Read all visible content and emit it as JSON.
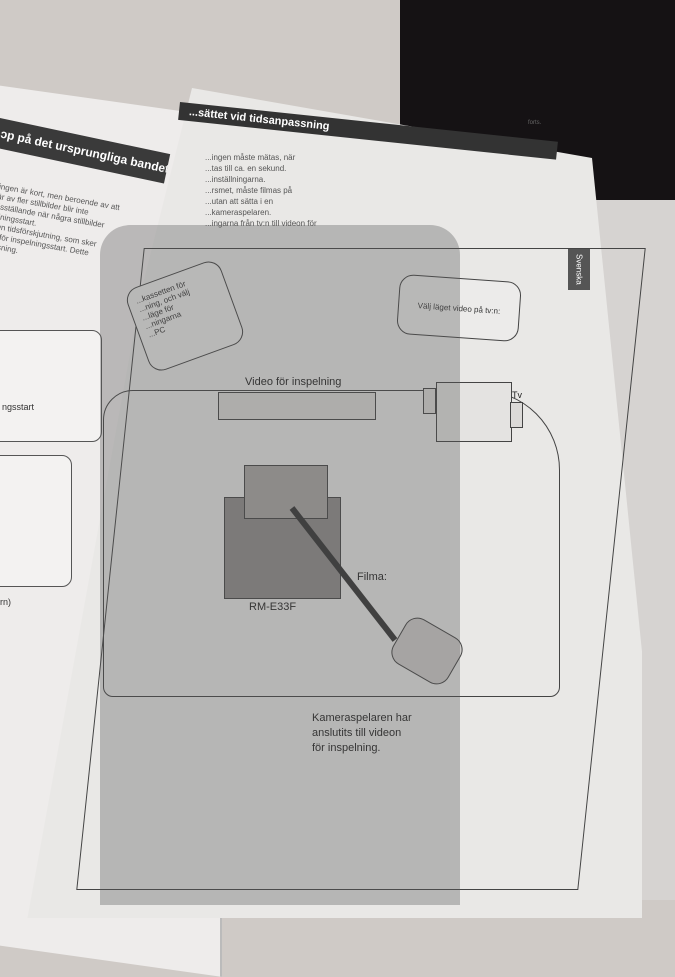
{
  "left_page": {
    "header": "ɔp på det ursprungliga bandet",
    "paragraph_lines": [
      "ingen är kort, men beroende av att",
      "är av fler stillbilder blir inte",
      "dsställande när några stillbilder",
      "elningsstart.",
      "den tidsförskjutning, som sker",
      "et för inspelningsstart. Dette",
      "assning."
    ],
    "figure_captions": [
      "ngsstart",
      "rn)"
    ]
  },
  "right_page": {
    "header": "...sättet vid tidsanpassning",
    "page_marker": "forts.",
    "paragraph_lines": [
      "...ingen måste mätas, när",
      "...tas till ca. en sekund.",
      "...inställningarna.",
      "...rsmet, måste filmas på",
      "...utan att sätta i en",
      "...kameraspelaren.",
      "...ingarna från tv:n till videon för"
    ],
    "side_tab": "Svenska",
    "diagram": {
      "bubble_left_lines": [
        "...kassetten för",
        "...ning, och välj",
        "...läge för",
        "...ningarna",
        "...PC"
      ],
      "bubble_right": "Välj läget video på tv:n:",
      "vcr_label": "Video för inspelning",
      "tv_label": "Tv",
      "remote_label": "RM-E33F",
      "camera_label": "Filma:",
      "bottom_caption_lines": [
        "Kameraspelaren har",
        "anslutits till videon",
        "för inspelning."
      ]
    }
  }
}
